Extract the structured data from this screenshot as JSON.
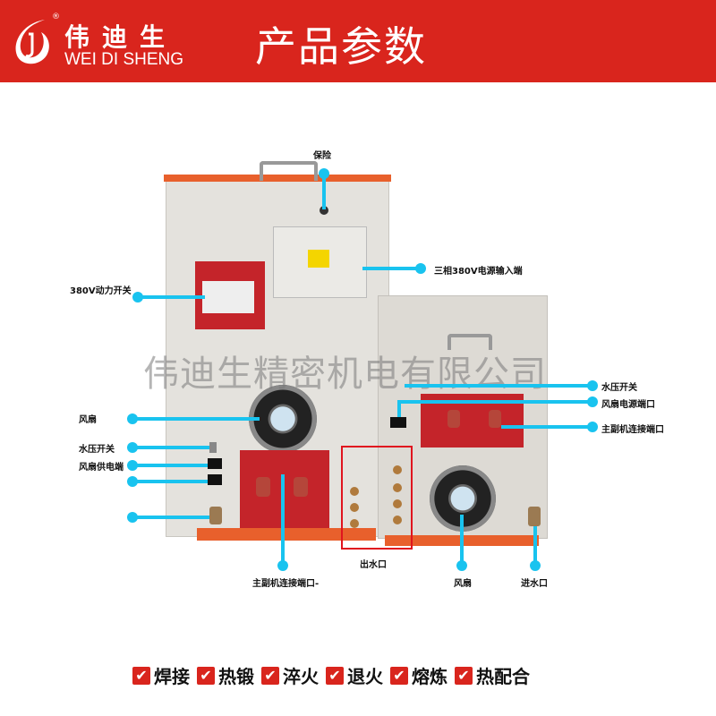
{
  "header": {
    "brand_cn": "伟迪生",
    "brand_en": "WEI DI SHENG",
    "registered": "®",
    "title": "产品参数"
  },
  "watermark": "伟迪生精密机电有限公司",
  "callouts": {
    "fuse": "保险",
    "power_input": "三相380V电源输入端",
    "power_switch": "380V动力开关",
    "fan_left": "风扇",
    "water_pressure_left": "水压开关",
    "fan_power_left": "风扇供电端",
    "main_sub_port_left": "主副机连接端口-",
    "water_outlet": "出水口",
    "fan_right": "风扇",
    "water_inlet": "进水口",
    "water_pressure_right": "水压开关",
    "fan_power_right": "风扇电源端口",
    "main_sub_port_right": "主副机连接端口"
  },
  "features": [
    "焊接",
    "热锻",
    "淬火",
    "退火",
    "熔炼",
    "热配合"
  ],
  "check_glyph": "✔",
  "colors": {
    "brand_red": "#d9251d",
    "callout": "#19c3ef",
    "orange": "#e8602c"
  }
}
